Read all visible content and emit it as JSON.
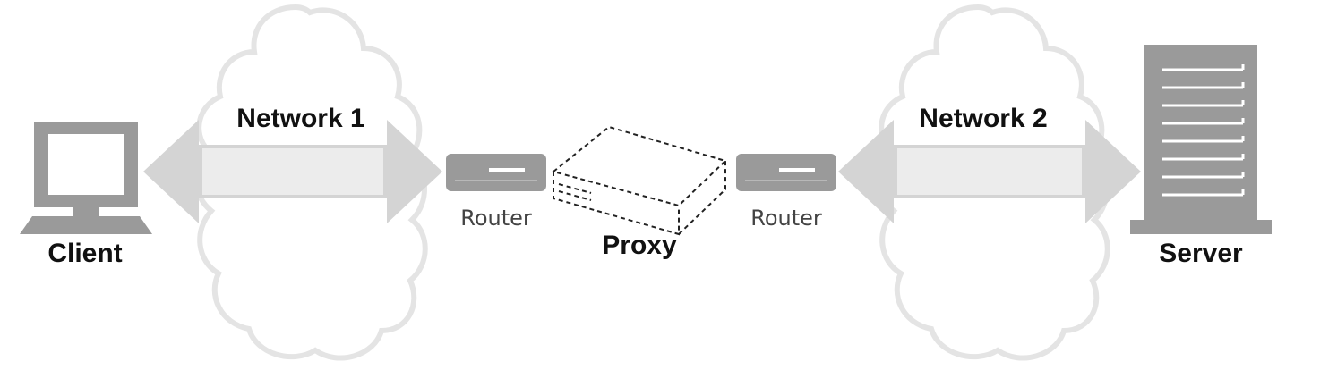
{
  "nodes": {
    "client": {
      "label": "Client"
    },
    "network1": {
      "label": "Network 1"
    },
    "router1": {
      "label": "Router"
    },
    "proxy": {
      "label": "Proxy"
    },
    "router2": {
      "label": "Router"
    },
    "network2": {
      "label": "Network 2"
    },
    "server": {
      "label": "Server"
    }
  },
  "colors": {
    "device": "#9a9a9a",
    "device_dark": "#8a8a8a",
    "cloud_fill": "#ffffff",
    "cloud_stroke": "#e6e6e6",
    "arrow": "#d4d4d4",
    "line": "#ffffff",
    "text": "#111111"
  }
}
